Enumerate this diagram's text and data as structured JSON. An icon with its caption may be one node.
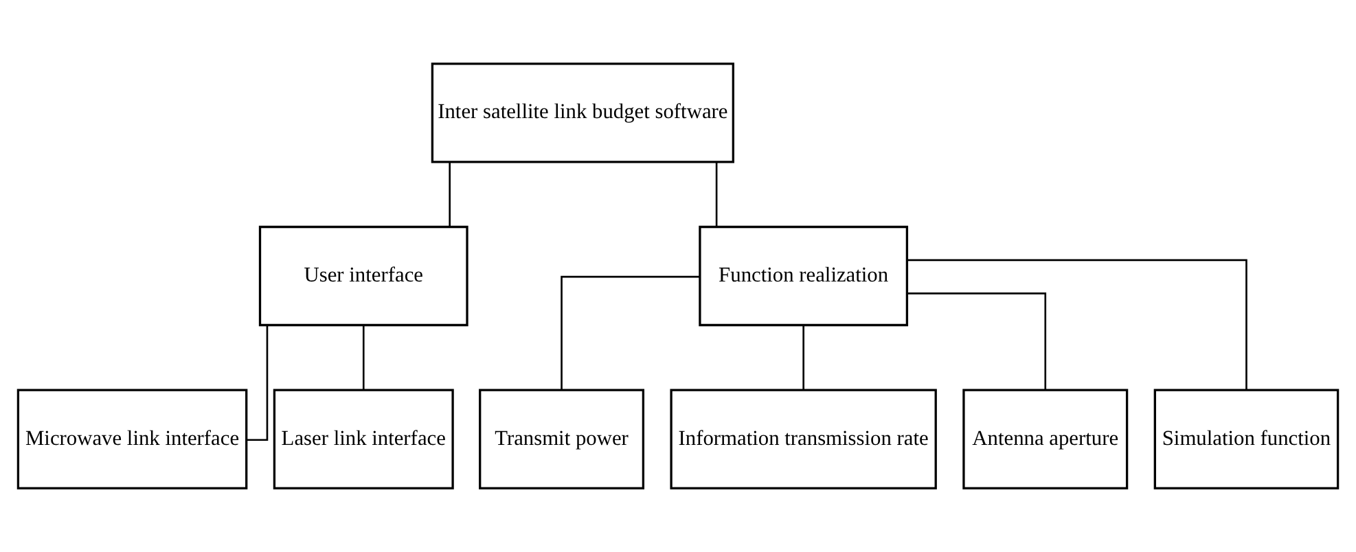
{
  "diagram": {
    "nodes": [
      {
        "text": [
          "Inter satellite link budget software"
        ]
      },
      {
        "text": [
          "User interface"
        ]
      },
      {
        "text": [
          "Function realization"
        ]
      },
      {
        "text": [
          "Microwave link interface"
        ]
      },
      {
        "text": [
          "Laser link interface"
        ]
      },
      {
        "text": [
          "Transmit power"
        ]
      },
      {
        "text": [
          "Information transmission rate"
        ]
      },
      {
        "text": [
          "Antenna aperture"
        ]
      },
      {
        "text": [
          "Simulation function"
        ]
      }
    ],
    "edges": [
      {
        "from": 0,
        "to": 1,
        "arrow": "none"
      },
      {
        "from": 0,
        "to": 2,
        "arrow": "none"
      },
      {
        "from": 1,
        "to": 3,
        "arrow": "none"
      },
      {
        "from": 1,
        "to": 4,
        "arrow": "none"
      },
      {
        "from": 2,
        "to": 5,
        "arrow": "none"
      },
      {
        "from": 2,
        "to": 6,
        "arrow": "none"
      },
      {
        "from": 2,
        "to": 7,
        "arrow": "none"
      },
      {
        "from": 2,
        "to": 8,
        "arrow": "none"
      }
    ]
  }
}
